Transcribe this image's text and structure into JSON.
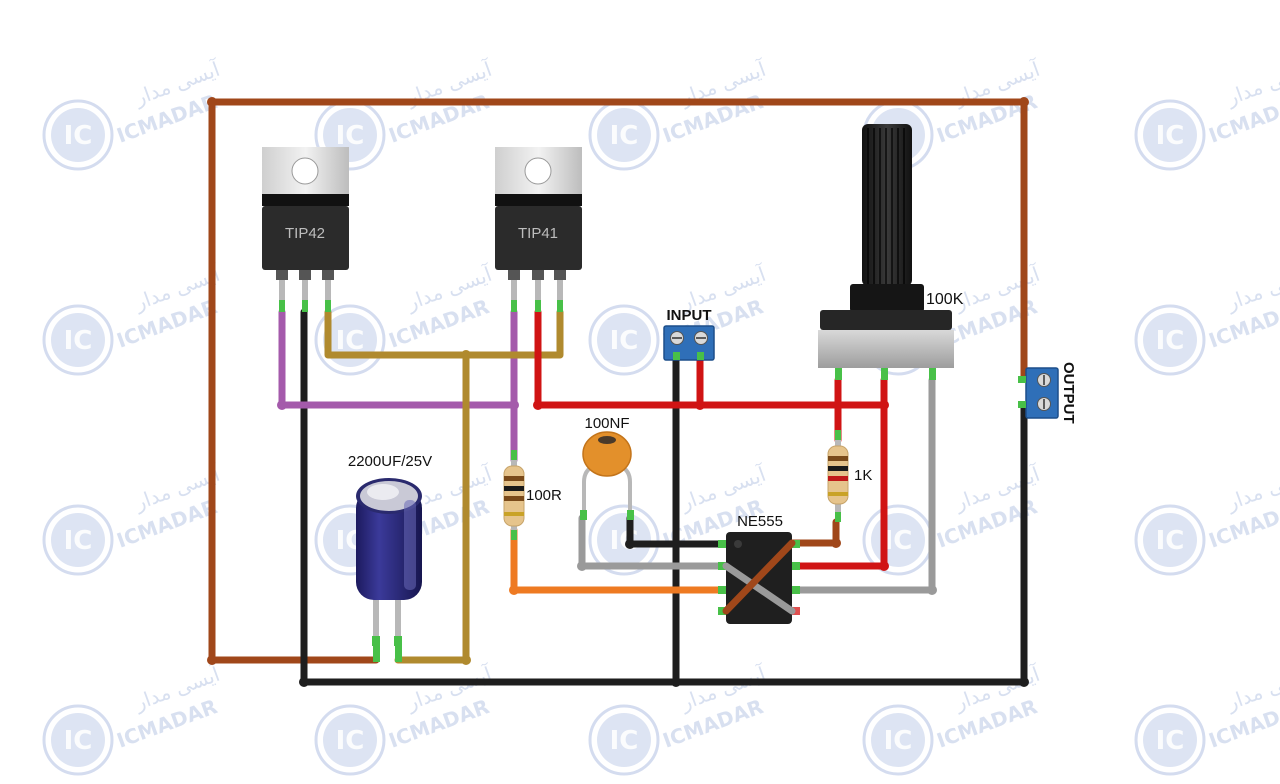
{
  "labels": {
    "q1": "TIP42",
    "q2": "TIP41",
    "pot": "100K",
    "input": "INPUT",
    "output": "OUTPUT",
    "cap_ceramic": "100NF",
    "cap_elec": "2200UF/25V",
    "r1": "100R",
    "r2": "1K",
    "ic": "NE555"
  },
  "watermark": {
    "logo_text": "IC",
    "brand_en": "ICMADAR",
    "brand_fa": "آیسی مدار"
  },
  "colors": {
    "brown": "#a0471a",
    "black": "#1e1e1e",
    "red": "#d01414",
    "orange": "#ee7a22",
    "olive": "#b08a2e",
    "purple": "#a45aab",
    "gray": "#9a9a9a",
    "watermark": "#9fb2dc",
    "terminal": "#2f6fb8"
  }
}
